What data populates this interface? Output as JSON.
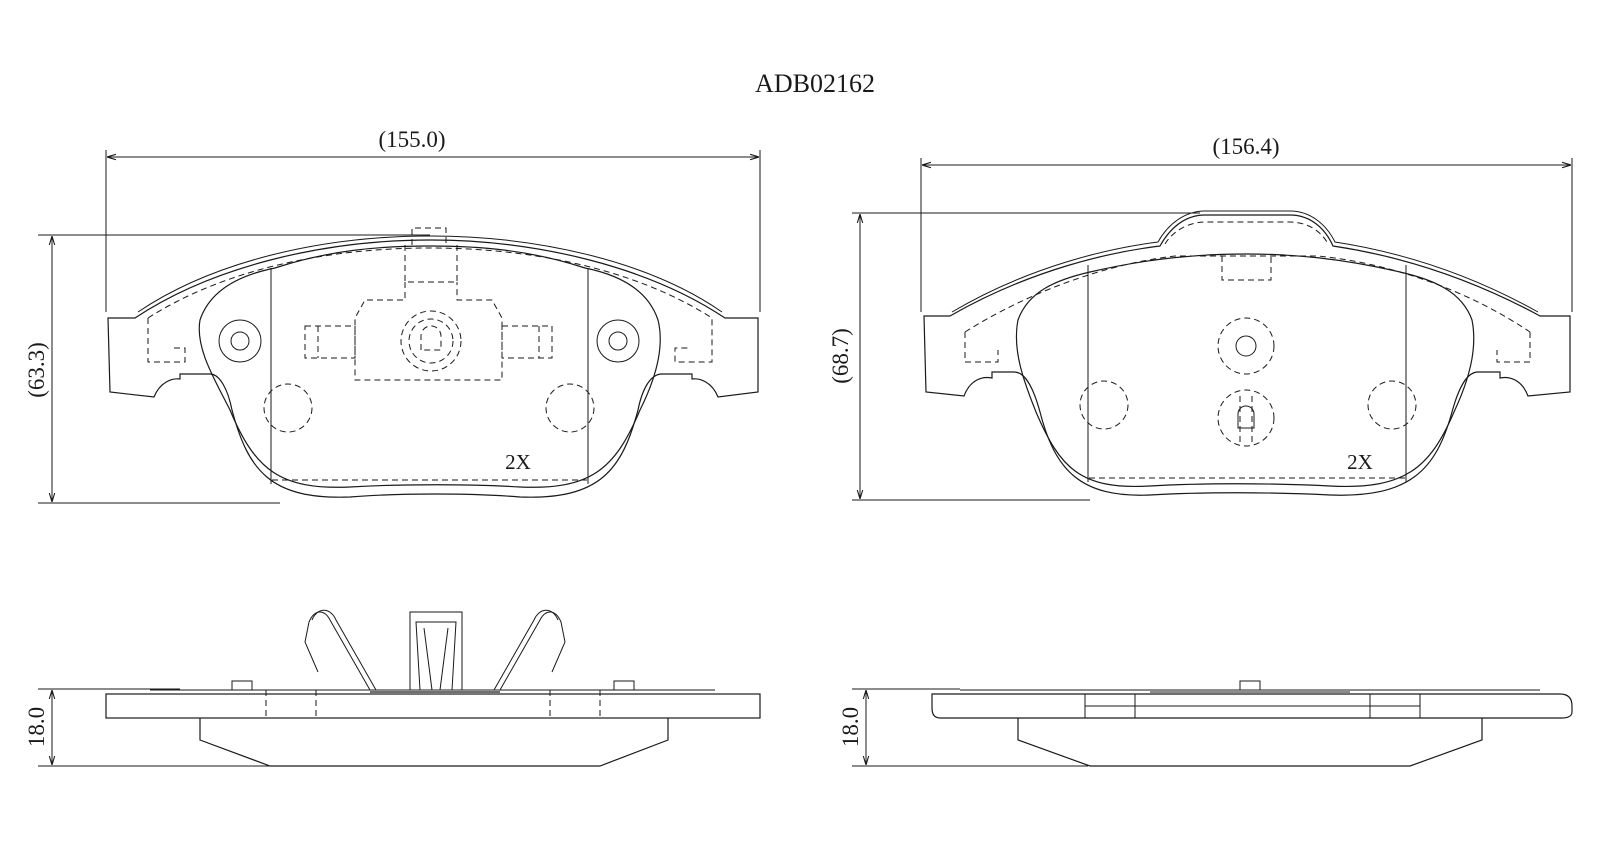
{
  "title": "ADB02162",
  "left_pad": {
    "width_dim": "(155.0)",
    "height_dim": "(63.3)",
    "qty_note": "2X",
    "thickness_dim": "18.0"
  },
  "right_pad": {
    "width_dim": "(156.4)",
    "height_dim": "(68.7)",
    "qty_note": "2X",
    "thickness_dim": "18.0"
  }
}
